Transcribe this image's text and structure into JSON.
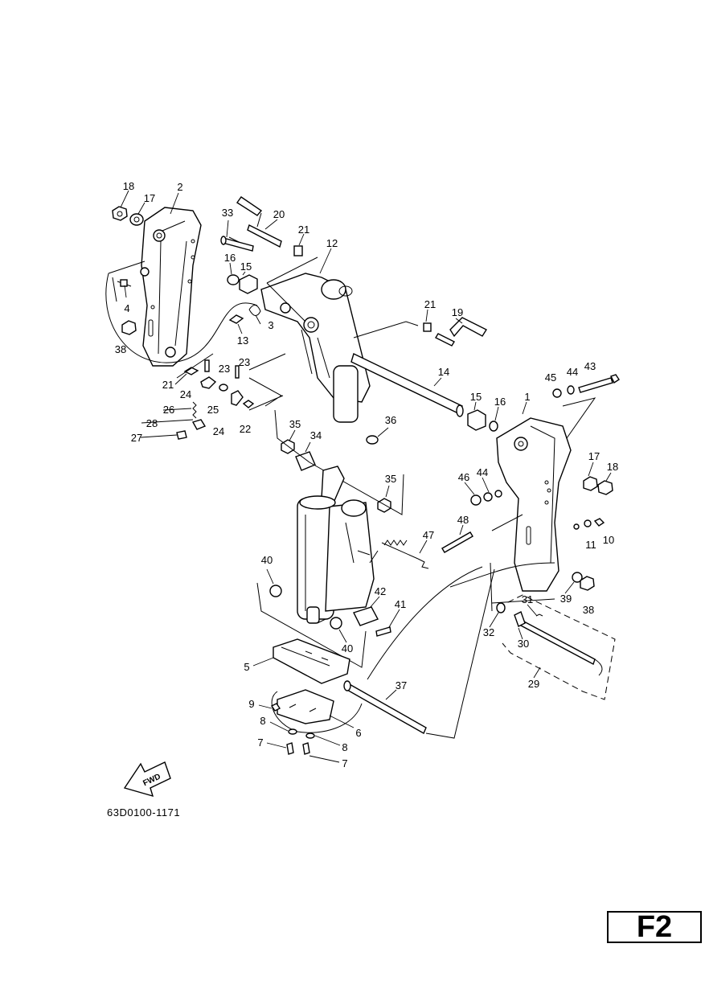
{
  "diagram": {
    "catalog_code": "63D0100-1171",
    "page_tag": "F2",
    "direction_marker": "FWD",
    "callouts": [
      {
        "id": "c18a",
        "text": "18"
      },
      {
        "id": "c17a",
        "text": "17"
      },
      {
        "id": "c2",
        "text": "2"
      },
      {
        "id": "c4",
        "text": "4"
      },
      {
        "id": "c38a",
        "text": "38"
      },
      {
        "id": "c33",
        "text": "33"
      },
      {
        "id": "c20",
        "text": "20"
      },
      {
        "id": "c21a",
        "text": "21"
      },
      {
        "id": "c12",
        "text": "12"
      },
      {
        "id": "c16a",
        "text": "16"
      },
      {
        "id": "c15a",
        "text": "15"
      },
      {
        "id": "c3",
        "text": "3"
      },
      {
        "id": "c13",
        "text": "13"
      },
      {
        "id": "c21b",
        "text": "21"
      },
      {
        "id": "c19",
        "text": "19"
      },
      {
        "id": "c23a",
        "text": "23"
      },
      {
        "id": "c23b",
        "text": "23"
      },
      {
        "id": "c21c",
        "text": "21"
      },
      {
        "id": "c24a",
        "text": "24"
      },
      {
        "id": "c25",
        "text": "25"
      },
      {
        "id": "c26",
        "text": "26"
      },
      {
        "id": "c24b",
        "text": "24"
      },
      {
        "id": "c22",
        "text": "22"
      },
      {
        "id": "c28",
        "text": "28"
      },
      {
        "id": "c27",
        "text": "27"
      },
      {
        "id": "c14",
        "text": "14"
      },
      {
        "id": "c45",
        "text": "45"
      },
      {
        "id": "c44a",
        "text": "44"
      },
      {
        "id": "c43",
        "text": "43"
      },
      {
        "id": "c1",
        "text": "1"
      },
      {
        "id": "c15b",
        "text": "15"
      },
      {
        "id": "c16b",
        "text": "16"
      },
      {
        "id": "c36",
        "text": "36"
      },
      {
        "id": "c35a",
        "text": "35"
      },
      {
        "id": "c34",
        "text": "34"
      },
      {
        "id": "c35b",
        "text": "35"
      },
      {
        "id": "c17b",
        "text": "17"
      },
      {
        "id": "c18b",
        "text": "18"
      },
      {
        "id": "c46",
        "text": "46"
      },
      {
        "id": "c44b",
        "text": "44"
      },
      {
        "id": "c48",
        "text": "48"
      },
      {
        "id": "c47",
        "text": "47"
      },
      {
        "id": "c11",
        "text": "11"
      },
      {
        "id": "c10",
        "text": "10"
      },
      {
        "id": "c40a",
        "text": "40"
      },
      {
        "id": "c42",
        "text": "42"
      },
      {
        "id": "c41",
        "text": "41"
      },
      {
        "id": "c39",
        "text": "39"
      },
      {
        "id": "c38b",
        "text": "38"
      },
      {
        "id": "c31",
        "text": "31"
      },
      {
        "id": "c32",
        "text": "32"
      },
      {
        "id": "c30",
        "text": "30"
      },
      {
        "id": "c40b",
        "text": "40"
      },
      {
        "id": "c5",
        "text": "5"
      },
      {
        "id": "c37",
        "text": "37"
      },
      {
        "id": "c29",
        "text": "29"
      },
      {
        "id": "c9",
        "text": "9"
      },
      {
        "id": "c8a",
        "text": "8"
      },
      {
        "id": "c6",
        "text": "6"
      },
      {
        "id": "c8b",
        "text": "8"
      },
      {
        "id": "c7a",
        "text": "7"
      },
      {
        "id": "c7b",
        "text": "7"
      }
    ]
  }
}
